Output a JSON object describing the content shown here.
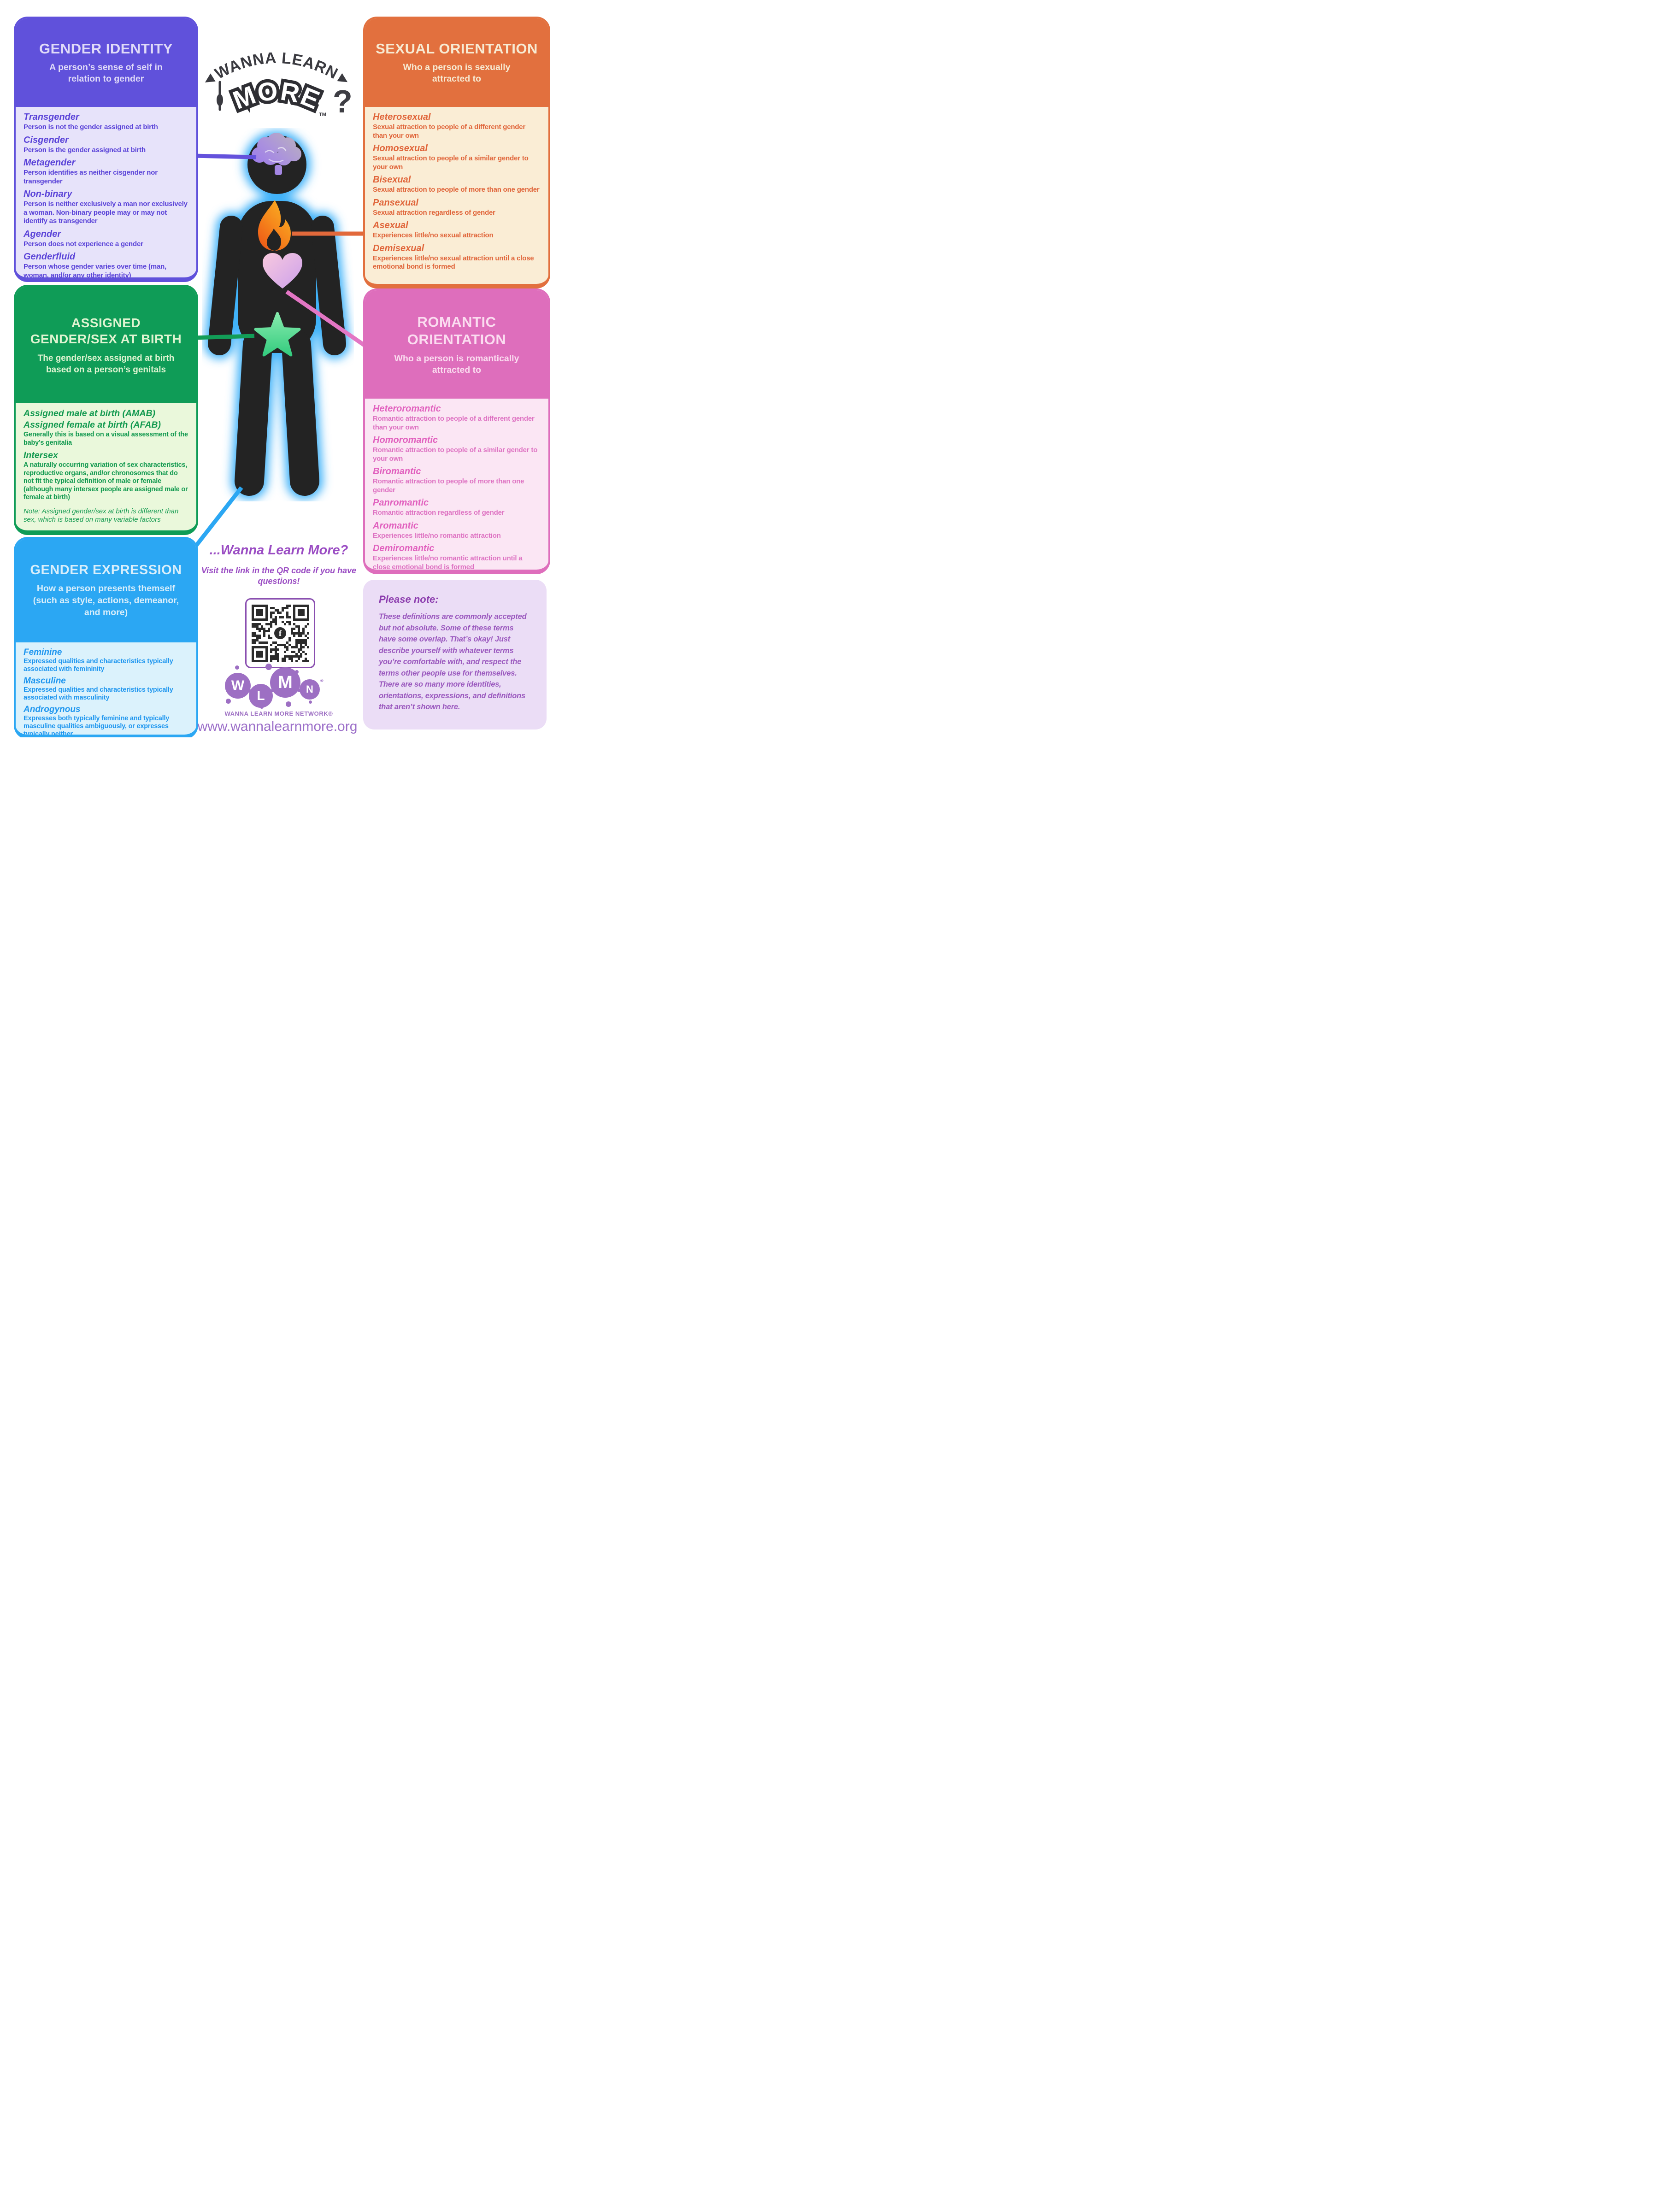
{
  "logo": {
    "arc_text": "◄WANNA LEARN►",
    "more": "MORE",
    "tm": "TM",
    "question": "?"
  },
  "boxes": {
    "gender_identity": {
      "title": "GENDER IDENTITY",
      "subtitle": "A person’s sense of self in relation to gender",
      "terms": [
        {
          "term": "Transgender",
          "def": "Person is not the gender assigned at birth"
        },
        {
          "term": "Cisgender",
          "def": "Person is the gender assigned at birth"
        },
        {
          "term": "Metagender",
          "def": "Person identifies as neither cisgender nor transgender"
        },
        {
          "term": "Non-binary",
          "def": "Person is neither exclusively a man nor exclusively a woman. Non-binary people may or may not identify as transgender"
        },
        {
          "term": "Agender",
          "def": "Person does not experience a gender"
        },
        {
          "term": "Genderfluid",
          "def": "Person whose gender varies over time (man, woman, and/or any other identity)"
        }
      ]
    },
    "sexual_orientation": {
      "title": "SEXUAL ORIENTATION",
      "subtitle": "Who a person is sexually attracted to",
      "terms": [
        {
          "term": "Heterosexual",
          "def": "Sexual attraction to people of a different gender than your own"
        },
        {
          "term": "Homosexual",
          "def": "Sexual attraction to people of a similar gender to your own"
        },
        {
          "term": "Bisexual",
          "def": "Sexual attraction to people of more than one gender"
        },
        {
          "term": "Pansexual",
          "def": "Sexual attraction regardless of gender"
        },
        {
          "term": "Asexual",
          "def": "Experiences little/no sexual attraction"
        },
        {
          "term": "Demisexual",
          "def": "Experiences little/no sexual attraction until a close emotional bond is formed"
        }
      ]
    },
    "assigned": {
      "title_line1": "ASSIGNED",
      "title_line2": "GENDER/SEX AT BIRTH",
      "subtitle": "The gender/sex assigned at birth based on a person’s genitals",
      "amab": "Assigned male at birth (AMAB)",
      "afab": "Assigned female at birth (AFAB)",
      "amab_def": "Generally this is based on a visual assessment of the baby’s genitalia",
      "intersex": "Intersex",
      "intersex_def": "A naturally occurring variation of sex characteristics, reproductive organs, and/or chronosomes that do not fit the typical definition of male or female (although many intersex people are assigned male or female at birth)",
      "note": "Note: Assigned gender/sex at birth is different than sex, which is based on many variable factors"
    },
    "romantic": {
      "title_line1": "ROMANTIC",
      "title_line2": "ORIENTATION",
      "subtitle": "Who a person is romantically attracted to",
      "terms": [
        {
          "term": "Heteroromantic",
          "def": "Romantic attraction to people of a different gender than your own"
        },
        {
          "term": "Homoromantic",
          "def": "Romantic attraction to people of a similar gender to your own"
        },
        {
          "term": "Biromantic",
          "def": "Romantic attraction to people of more than one gender"
        },
        {
          "term": "Panromantic",
          "def": "Romantic attraction regardless of gender"
        },
        {
          "term": "Aromantic",
          "def": "Experiences little/no romantic attraction"
        },
        {
          "term": "Demiromantic",
          "def": "Experiences little/no romantic attraction until a close emotional bond is formed"
        }
      ]
    },
    "gender_expression": {
      "title": "GENDER EXPRESSION",
      "subtitle": "How a person presents themself (such as style, actions, demeanor, and more)",
      "terms": [
        {
          "term": "Feminine",
          "def": "Expressed qualities and characteristics typically associated with femininity"
        },
        {
          "term": "Masculine",
          "def": "Expressed qualities and characteristics typically associated with masculinity"
        },
        {
          "term": "Androgynous",
          "def": "Expresses both typically feminine and typically masculine qualities ambiguously, or expresses typically neither"
        }
      ]
    },
    "please_note": {
      "title": "Please note:",
      "body": "These definitions are commonly accepted but not absolute. Some of these terms have some overlap. That’s okay! Just describe yourself with whatever terms you’re comfortable with, and respect the terms other people use for themselves. There are so many more identities, orientations, expressions, and definitions that aren’t shown here."
    }
  },
  "cta": {
    "heading": "...Wanna Learn More?",
    "subheading": "Visit the link in the QR code if you have questions!"
  },
  "footer": {
    "w": "W",
    "l": "L",
    "m": "M",
    "n": "N",
    "registered": "®",
    "network_name": "WANNA LEARN MORE NETWORK®",
    "url": "www.wannalearnmore.org"
  },
  "colors": {
    "identity_purple": "#6051DB",
    "orientation_orange": "#E2703E",
    "assigned_green": "#0F9C57",
    "romantic_pink": "#DE6EBC",
    "expression_blue": "#2BA7F3",
    "glow_blue": "#3FB2F9",
    "silhouette": "#232323",
    "brand_purple": "#9D6FC3"
  }
}
